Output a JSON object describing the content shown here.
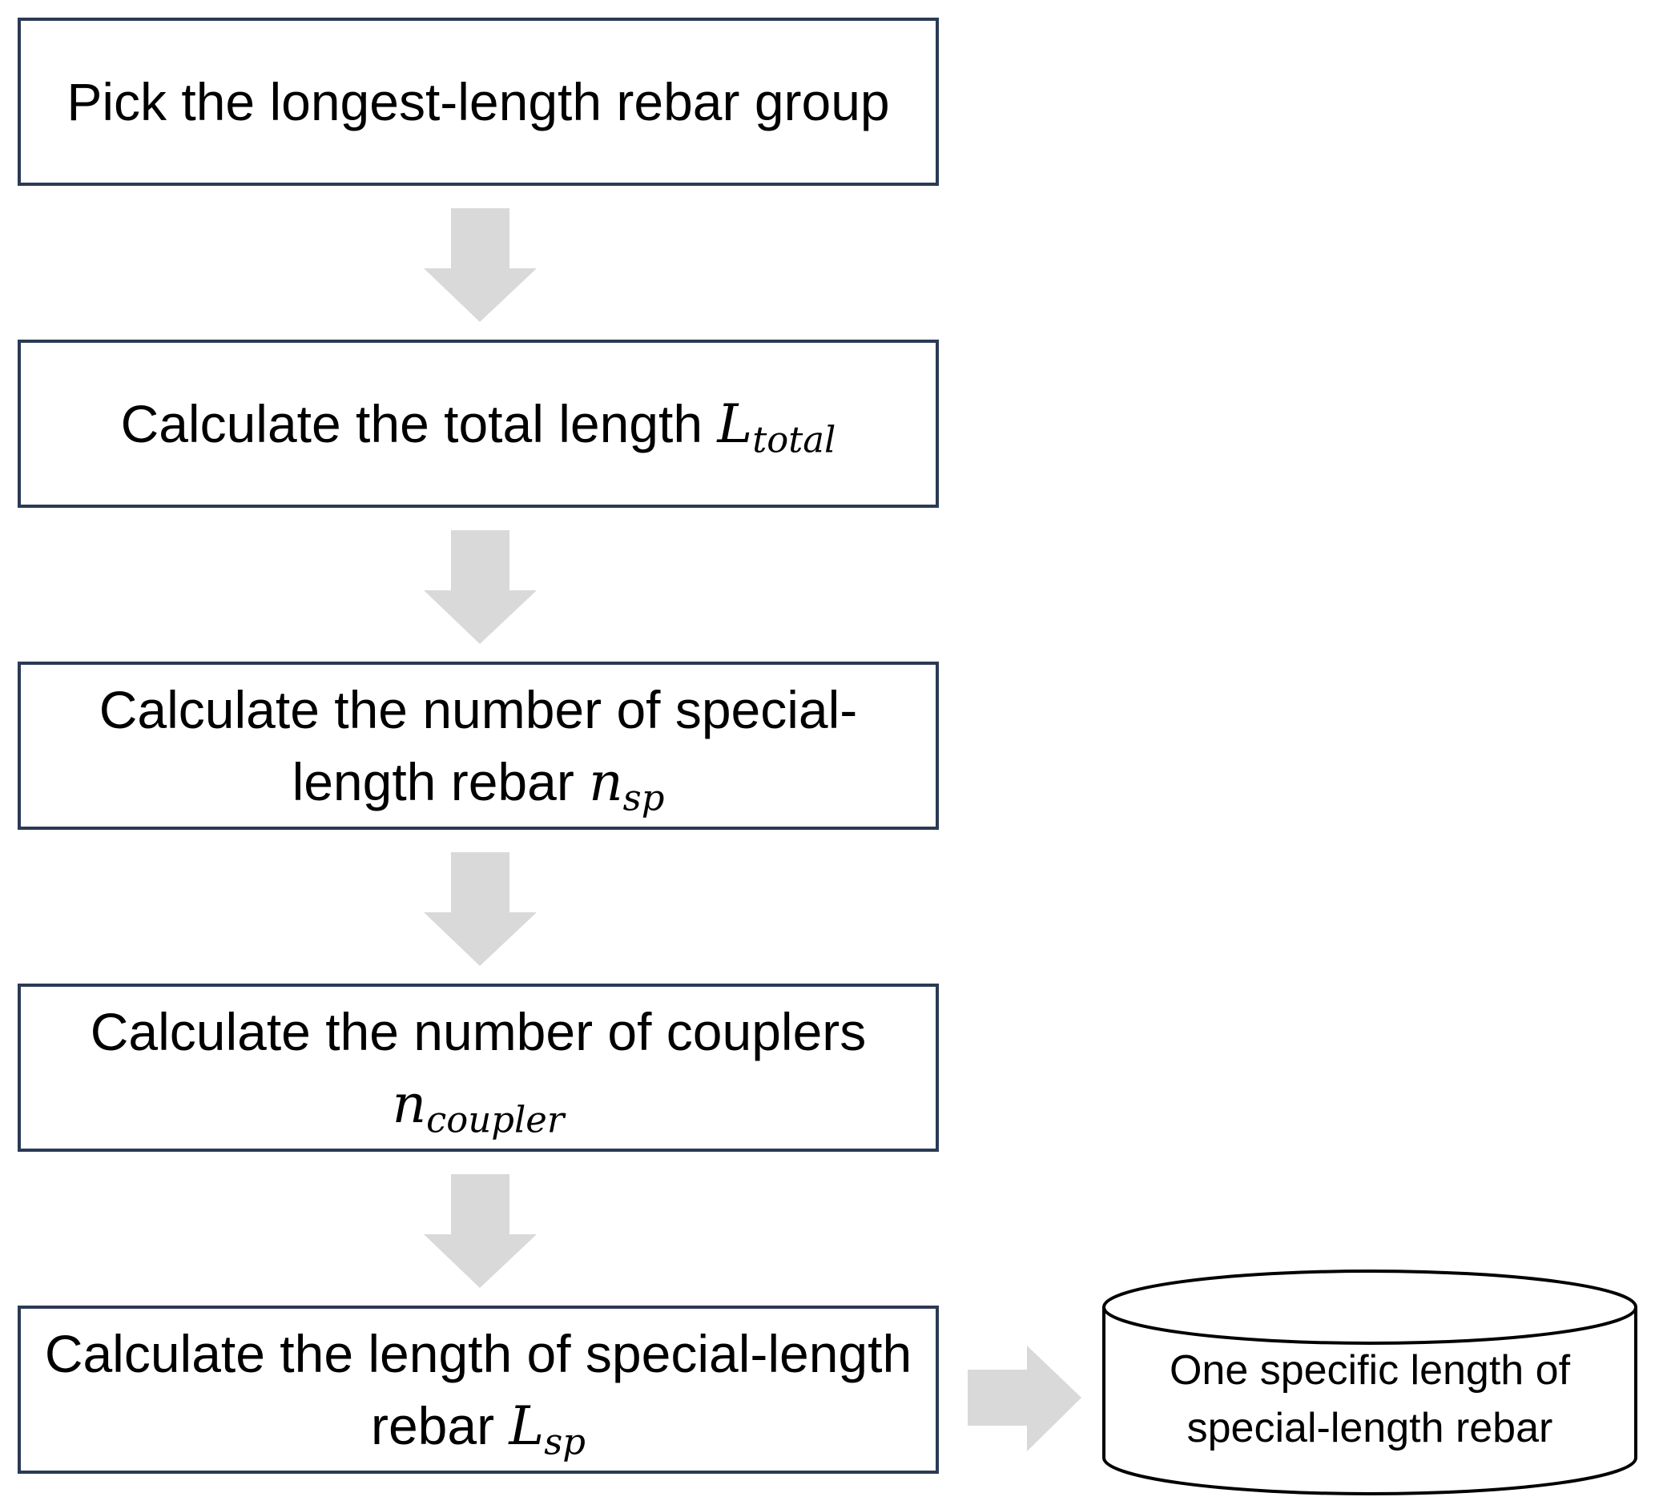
{
  "steps": [
    {
      "text": "Pick the longest-length rebar group"
    },
    {
      "text": "Calculate the total length",
      "symbol": "L",
      "subscript": "total"
    },
    {
      "text": "Calculate the number of special-length rebar",
      "symbol": "n",
      "subscript": "sp"
    },
    {
      "text": "Calculate the number of couplers",
      "symbol": "n",
      "subscript": "coupler"
    },
    {
      "text": "Calculate the length of special-length rebar",
      "symbol": "L",
      "subscript": "sp"
    }
  ],
  "output": {
    "line1": "One specific length of",
    "line2": "special-length rebar"
  },
  "colors": {
    "box_border": "#2b3a55",
    "arrow_fill": "#d9d9d9",
    "cylinder_stroke": "#000000"
  }
}
